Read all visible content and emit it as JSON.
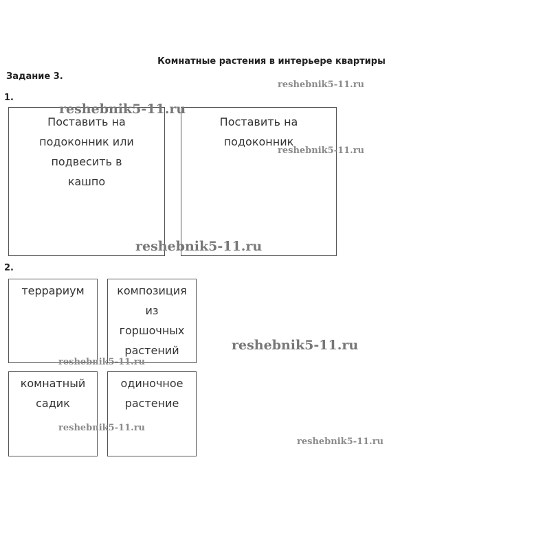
{
  "title": "Комнатные растения в интерьере квартиры",
  "task_label": "Задание 3.",
  "section1": {
    "number": "1.",
    "boxes": [
      "Поставить на подоконник или подвесить в кашпо",
      "Поставить на подоконник"
    ]
  },
  "section2": {
    "number": "2.",
    "boxes": [
      "террариум",
      "композиция из горшочных растений",
      "комнатный садик",
      "одиночное растение"
    ]
  },
  "watermark": "reshebnik5-11.ru"
}
